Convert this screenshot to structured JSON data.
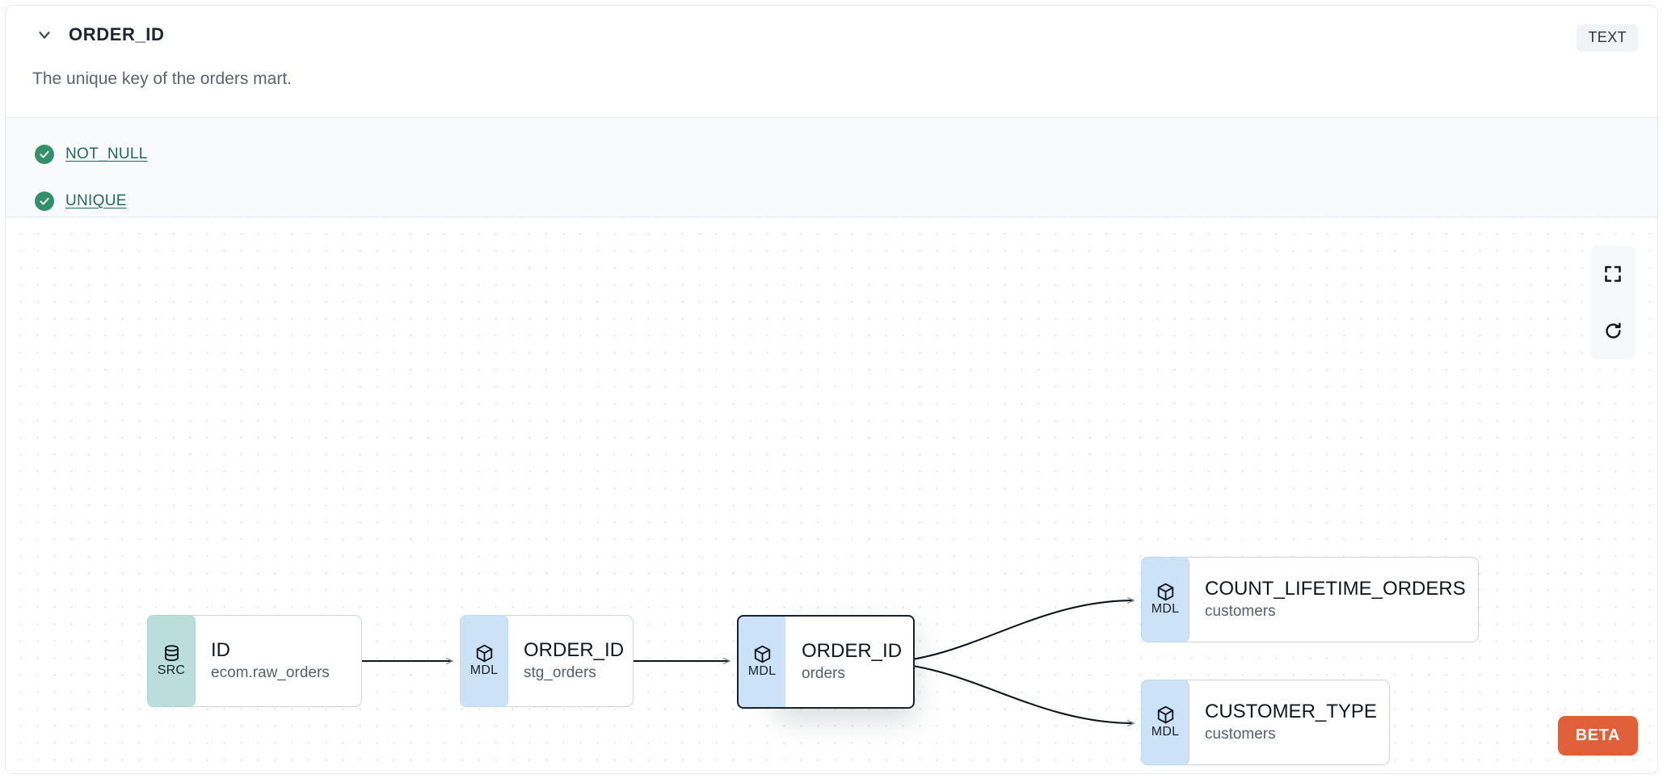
{
  "header": {
    "collapse_icon": "chevron-down-icon",
    "column_name": "ORDER_ID",
    "data_type": "TEXT",
    "description": "The unique key of the orders mart."
  },
  "tests": [
    {
      "status_icon": "check-circle-icon",
      "label": "NOT_NULL",
      "status": "passed"
    },
    {
      "status_icon": "check-circle-icon",
      "label": "UNIQUE",
      "status": "passed"
    }
  ],
  "lineage": {
    "nodes": [
      {
        "id": "src",
        "kind": "SRC",
        "kind_icon": "database-icon",
        "name": "ID",
        "source": "ecom.raw_orders",
        "selected": false
      },
      {
        "id": "stg",
        "kind": "MDL",
        "kind_icon": "cube-icon",
        "name": "ORDER_ID",
        "source": "stg_orders",
        "selected": false
      },
      {
        "id": "orders",
        "kind": "MDL",
        "kind_icon": "cube-icon",
        "name": "ORDER_ID",
        "source": "orders",
        "selected": true
      },
      {
        "id": "count",
        "kind": "MDL",
        "kind_icon": "cube-icon",
        "name": "COUNT_LIFETIME_ORDERS",
        "source": "customers",
        "selected": false
      },
      {
        "id": "custtype",
        "kind": "MDL",
        "kind_icon": "cube-icon",
        "name": "CUSTOMER_TYPE",
        "source": "customers",
        "selected": false
      }
    ],
    "edges": [
      {
        "from": "src",
        "to": "stg",
        "style": "straight"
      },
      {
        "from": "stg",
        "to": "orders",
        "style": "straight"
      },
      {
        "from": "orders",
        "to": "count",
        "style": "curve"
      },
      {
        "from": "orders",
        "to": "custtype",
        "style": "curve"
      }
    ]
  },
  "controls": {
    "fullscreen_icon": "fullscreen-icon",
    "refresh_icon": "refresh-icon"
  },
  "beta_badge": "BETA",
  "colors": {
    "src_badge": "#bcdedb",
    "mdl_badge": "#cce2f7",
    "test_pass": "#33906a",
    "test_link": "#20685f",
    "beta": "#e06039",
    "selected_border": "#1b222e"
  }
}
